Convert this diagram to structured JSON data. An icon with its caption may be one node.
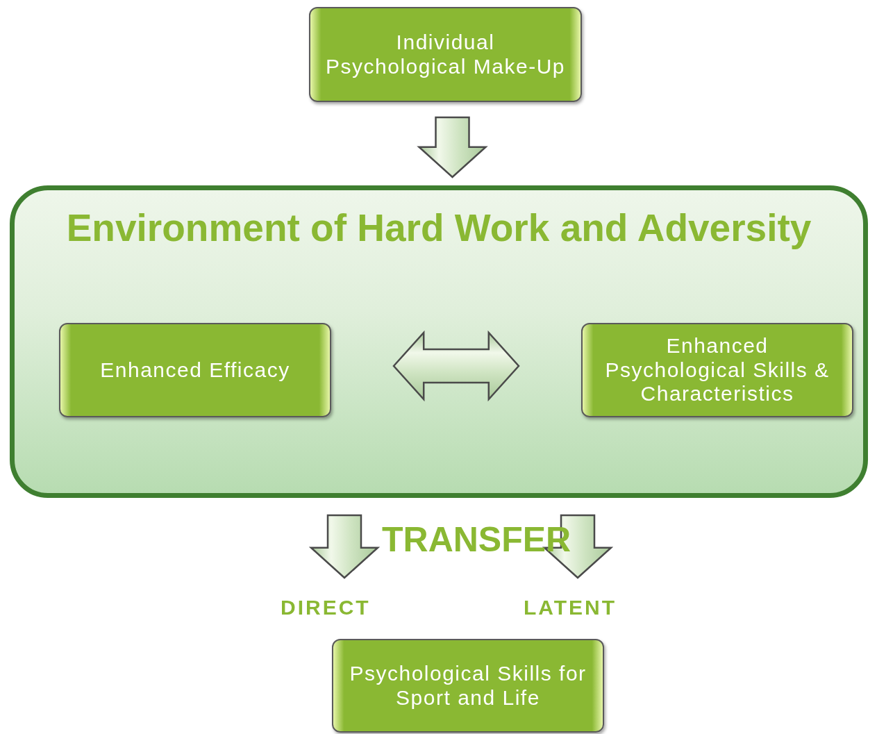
{
  "diagram": {
    "nodes": [
      {
        "text": [
          "Individual Psychological Make-Up"
        ]
      },
      {
        "text": [
          "Environment of Hard Work and Adversity"
        ]
      },
      {
        "text": [
          "Enhanced Efficacy"
        ],
        "in": 1
      },
      {
        "text": [
          "Enhanced Psychological Skills & Characteristics"
        ],
        "in": 1
      },
      {
        "text": [
          "Psychological Skills for Sport and Life"
        ]
      }
    ],
    "edges": [
      {
        "from": 0,
        "to": 1,
        "arrow": "to"
      },
      {
        "from": 2,
        "to": 3,
        "arrow": "both"
      },
      {
        "from": 1,
        "to": null,
        "arrow": "to"
      },
      {
        "from": 1,
        "to": null,
        "arrow": "to"
      }
    ],
    "labels": [
      "TRANSFER",
      "DIRECT",
      "LATENT"
    ]
  }
}
